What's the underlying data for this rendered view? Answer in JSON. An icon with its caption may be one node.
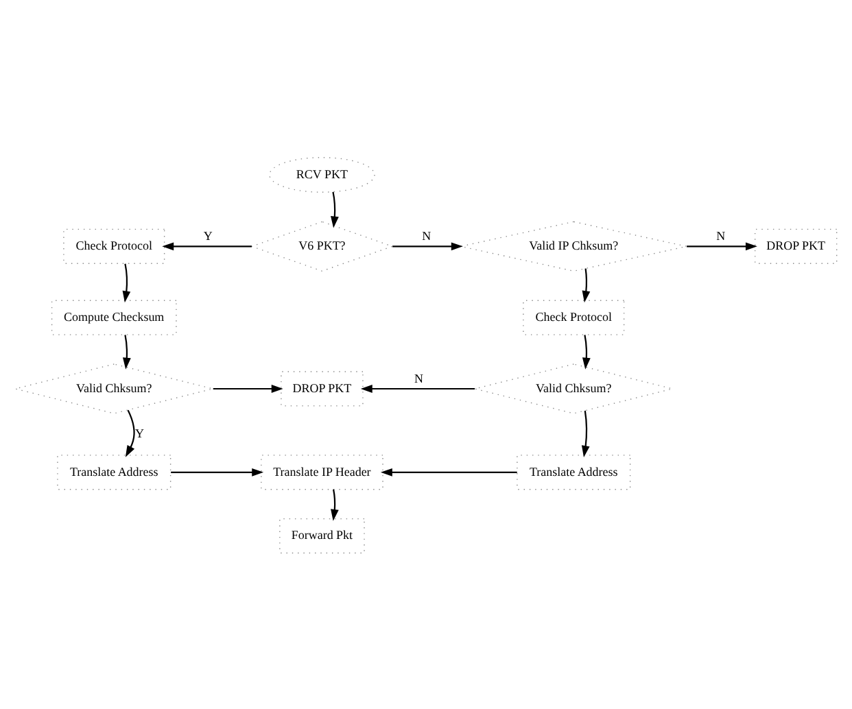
{
  "diagram": {
    "nodes": [
      {
        "text": [
          "RCV PKT"
        ]
      },
      {
        "text": [
          "V6 PKT?"
        ]
      },
      {
        "text": [
          "Check Protocol"
        ]
      },
      {
        "text": [
          "Valid IP Chksum?"
        ]
      },
      {
        "text": [
          "DROP PKT"
        ]
      },
      {
        "text": [
          "Compute Checksum"
        ]
      },
      {
        "text": [
          "Check Protocol"
        ]
      },
      {
        "text": [
          "Valid Chksum?"
        ]
      },
      {
        "text": [
          "DROP PKT"
        ]
      },
      {
        "text": [
          "Valid Chksum?"
        ]
      },
      {
        "text": [
          "Translate Address"
        ]
      },
      {
        "text": [
          "Translate IP Header"
        ]
      },
      {
        "text": [
          "Translate Address"
        ]
      },
      {
        "text": [
          "Forward Pkt"
        ]
      }
    ],
    "edges": [
      {
        "from": 0,
        "to": 1,
        "arrow": "to"
      },
      {
        "from": 1,
        "to": 2,
        "arrow": "to",
        "label": "Y"
      },
      {
        "from": 1,
        "to": 3,
        "arrow": "to",
        "label": "N"
      },
      {
        "from": 3,
        "to": 4,
        "arrow": "to",
        "label": "N"
      },
      {
        "from": 2,
        "to": 5,
        "arrow": "to"
      },
      {
        "from": 3,
        "to": 6,
        "arrow": "to"
      },
      {
        "from": 5,
        "to": 7,
        "arrow": "to"
      },
      {
        "from": 6,
        "to": 9,
        "arrow": "to"
      },
      {
        "from": 7,
        "to": 8,
        "arrow": "to"
      },
      {
        "from": 9,
        "to": 8,
        "arrow": "to",
        "label": "N"
      },
      {
        "from": 7,
        "to": 10,
        "arrow": "to",
        "label": "Y"
      },
      {
        "from": 9,
        "to": 12,
        "arrow": "to"
      },
      {
        "from": 10,
        "to": 11,
        "arrow": "to"
      },
      {
        "from": 12,
        "to": 11,
        "arrow": "to"
      },
      {
        "from": 11,
        "to": 13,
        "arrow": "to"
      }
    ]
  }
}
